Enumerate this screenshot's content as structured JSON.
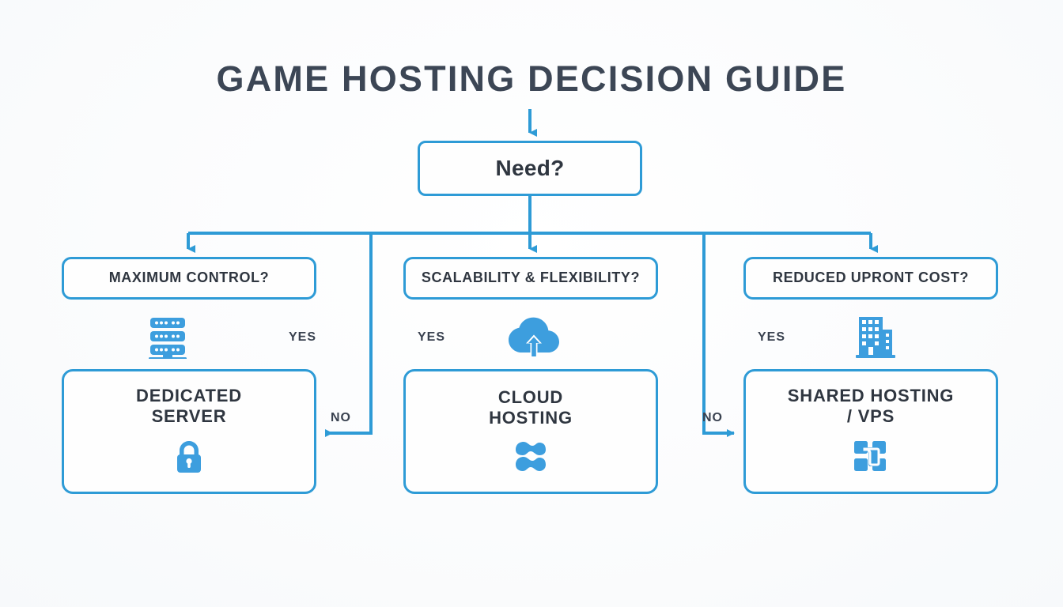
{
  "page": {
    "title": "GAME HOSTING DECISION GUIDE",
    "background_color": "#fdfdfe",
    "accent_color": "#2e9bd6",
    "icon_color": "#3d9ede",
    "text_color": "#2f3640"
  },
  "flowchart": {
    "type": "decision-tree",
    "root": {
      "label": "Need?",
      "icon": "none"
    },
    "branches": [
      {
        "question": "MAXIMUM CONTROL?",
        "yes_label": "YES",
        "no_label": "NO",
        "yes_icon": "server-rack-icon",
        "outcome": {
          "line1": "DEDICATED",
          "line2": "SERVER",
          "icon": "padlock-icon"
        }
      },
      {
        "question": "SCALABILITY & FLEXIBILITY?",
        "yes_label": "YES",
        "no_label": "",
        "yes_icon": "cloud-upload-icon",
        "outcome": {
          "line1": "CLOUD",
          "line2": "HOSTING",
          "icon": "wave-icon"
        }
      },
      {
        "question": "REDUCED UPRONT COST?",
        "yes_label": "YES",
        "no_label": "NO",
        "yes_icon": "office-building-icon",
        "outcome": {
          "line1": "SHARED HOSTING",
          "line2": "/ VPS",
          "icon": "vps-blocks-icon"
        }
      }
    ],
    "edges": {
      "no_left_label": "NO",
      "no_right_label": "NO"
    }
  }
}
